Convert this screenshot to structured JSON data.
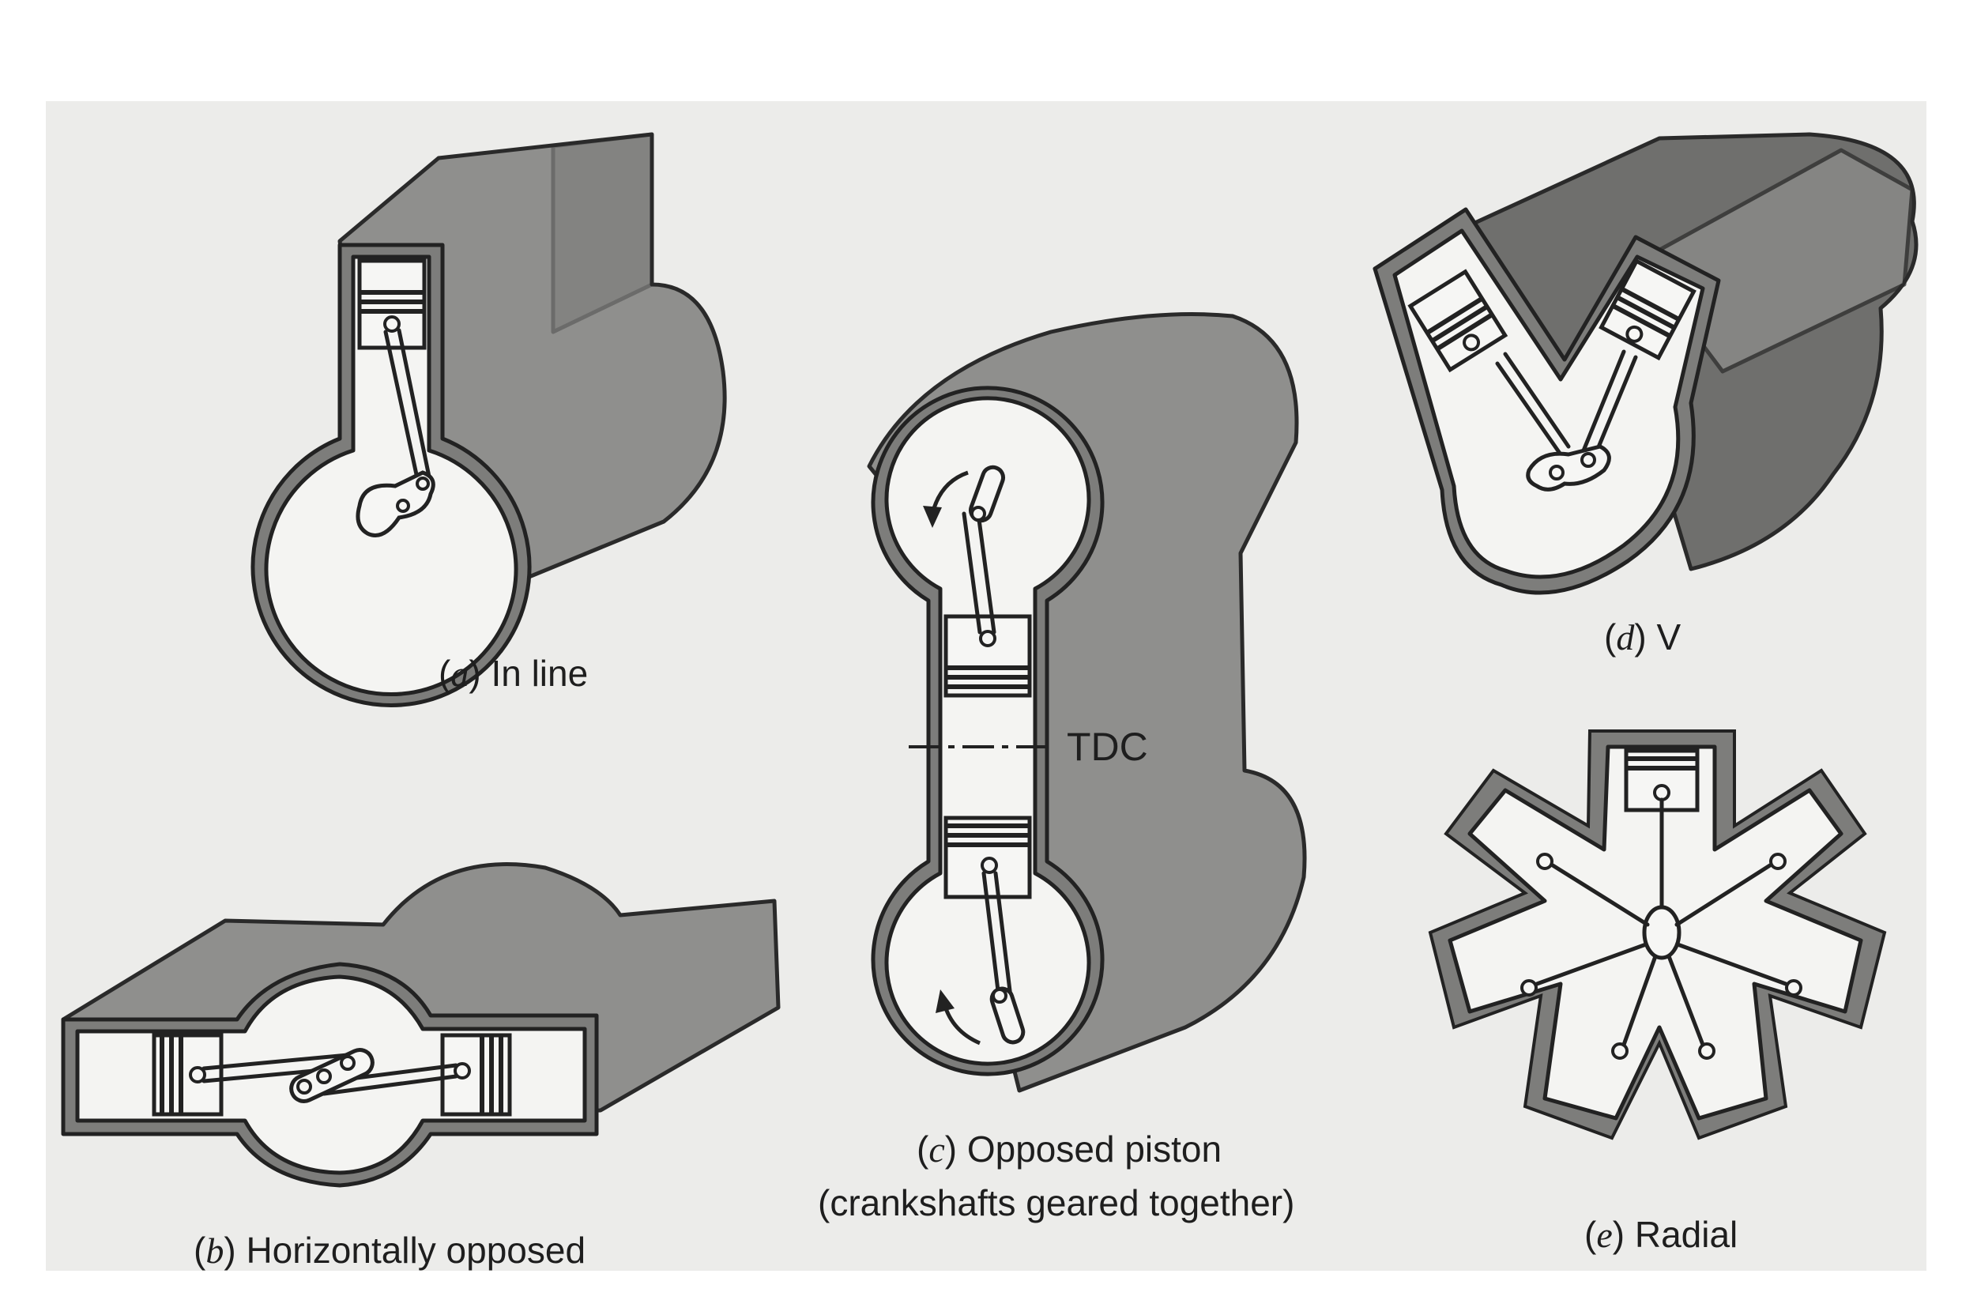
{
  "captions": {
    "a": {
      "letter": "a",
      "text": "In line"
    },
    "b": {
      "letter": "b",
      "text": "Horizontally opposed"
    },
    "c": {
      "letter": "c",
      "text": "Opposed piston",
      "line2": "(crankshafts geared together)"
    },
    "d": {
      "letter": "d",
      "text": "V"
    },
    "e": {
      "letter": "e",
      "text": "Radial"
    }
  },
  "labels": {
    "tdc": "TDC"
  }
}
